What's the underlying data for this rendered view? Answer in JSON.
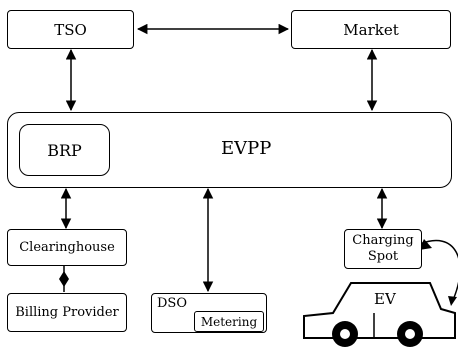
{
  "diagram": {
    "nodes": {
      "tso": "TSO",
      "market": "Market",
      "evpp": "EVPP",
      "brp": "BRP",
      "clearinghouse": "Clearinghouse",
      "billing_provider": "Billing Provider",
      "dso": "DSO",
      "metering": "Metering",
      "charging_spot": "Charging Spot",
      "ev": "EV"
    },
    "connections": [
      {
        "from": "tso",
        "to": "market",
        "style": "bidirectional-arrow"
      },
      {
        "from": "tso",
        "to": "evpp",
        "style": "bidirectional-arrow"
      },
      {
        "from": "market",
        "to": "evpp",
        "style": "bidirectional-arrow"
      },
      {
        "from": "evpp",
        "to": "clearinghouse",
        "style": "bidirectional-arrow"
      },
      {
        "from": "evpp",
        "to": "dso",
        "style": "bidirectional-arrow"
      },
      {
        "from": "evpp",
        "to": "charging_spot",
        "style": "bidirectional-arrow"
      },
      {
        "from": "clearinghouse",
        "to": "billing_provider",
        "style": "diamond-link"
      },
      {
        "from": "charging_spot",
        "to": "ev",
        "style": "curved-arrow"
      }
    ]
  }
}
